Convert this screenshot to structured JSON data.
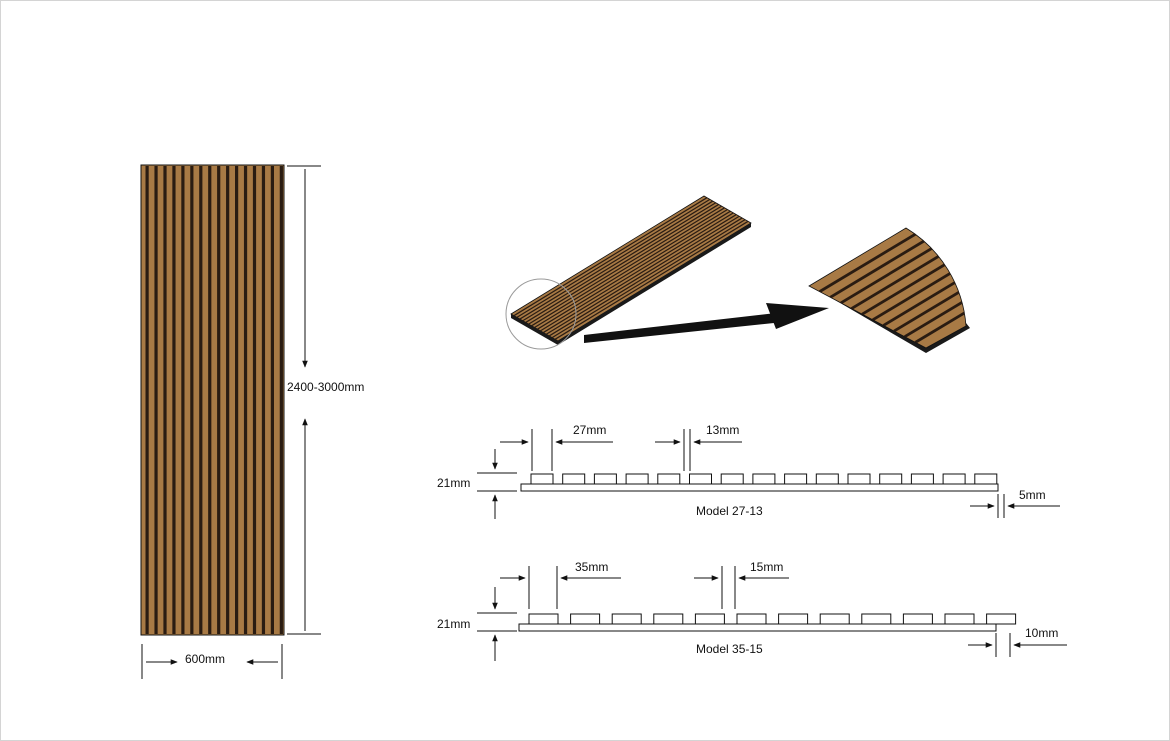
{
  "panel": {
    "height_label": "2400-3000mm",
    "width_label": "600mm"
  },
  "profiles": [
    {
      "model_label": "Model 27-13",
      "slat_width_label": "27mm",
      "gap_label": "13mm",
      "thickness_label": "21mm",
      "backing_label": "5mm"
    },
    {
      "model_label": "Model 35-15",
      "slat_width_label": "35mm",
      "gap_label": "15mm",
      "thickness_label": "21mm",
      "backing_label": "10mm"
    }
  ],
  "colors": {
    "wood": "#a87a45",
    "wood_dark": "#2a1c12",
    "backing": "#1a1a1a",
    "line": "#111111"
  }
}
